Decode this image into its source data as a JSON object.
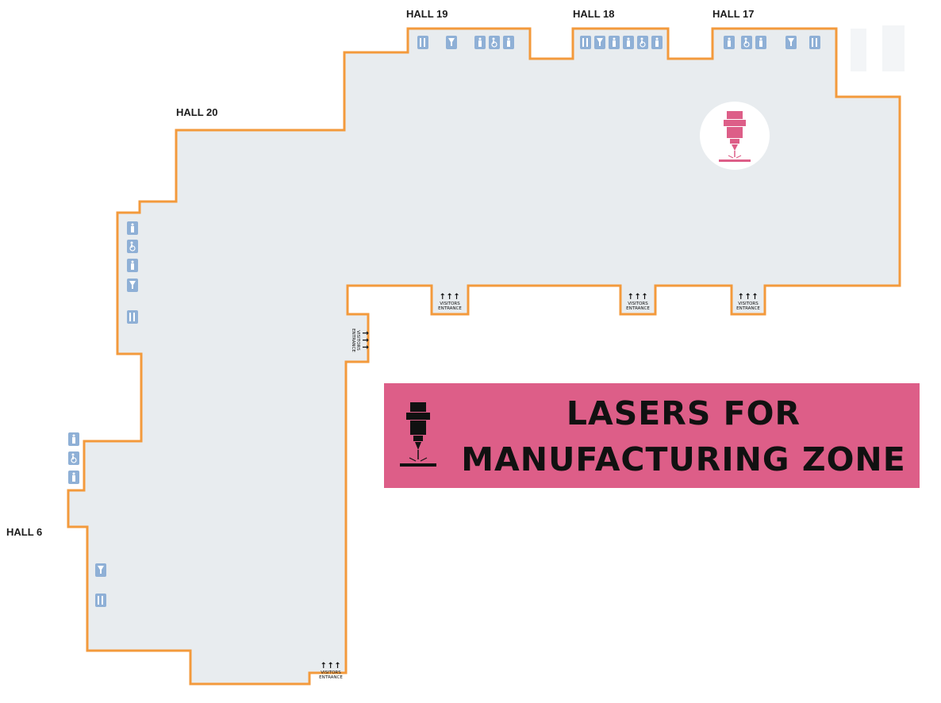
{
  "halls": [
    {
      "id": "19",
      "label": "HALL 19"
    },
    {
      "id": "18",
      "label": "HALL 18"
    },
    {
      "id": "17",
      "label": "HALL 17"
    },
    {
      "id": "20",
      "label": "HALL 20"
    },
    {
      "id": "6",
      "label": "HALL 6"
    }
  ],
  "zone": {
    "title_line1": "LASERS FOR",
    "title_line2": "MANUFACTURING ZONE",
    "color": "#dd5e88",
    "icon": "laser-head-icon"
  },
  "entrance": {
    "arrows": "↑↑↑",
    "line1": "VISITORS",
    "line2": "ENTRANCE"
  },
  "colors": {
    "floor": "#e8ecef",
    "outline": "#f39a3c",
    "amenity": "#8fb0d6",
    "marker": "#dd5e88"
  },
  "amenity_icons": [
    "restaurant-icon",
    "bar-icon",
    "toilet-icon",
    "accessible-toilet-icon"
  ]
}
